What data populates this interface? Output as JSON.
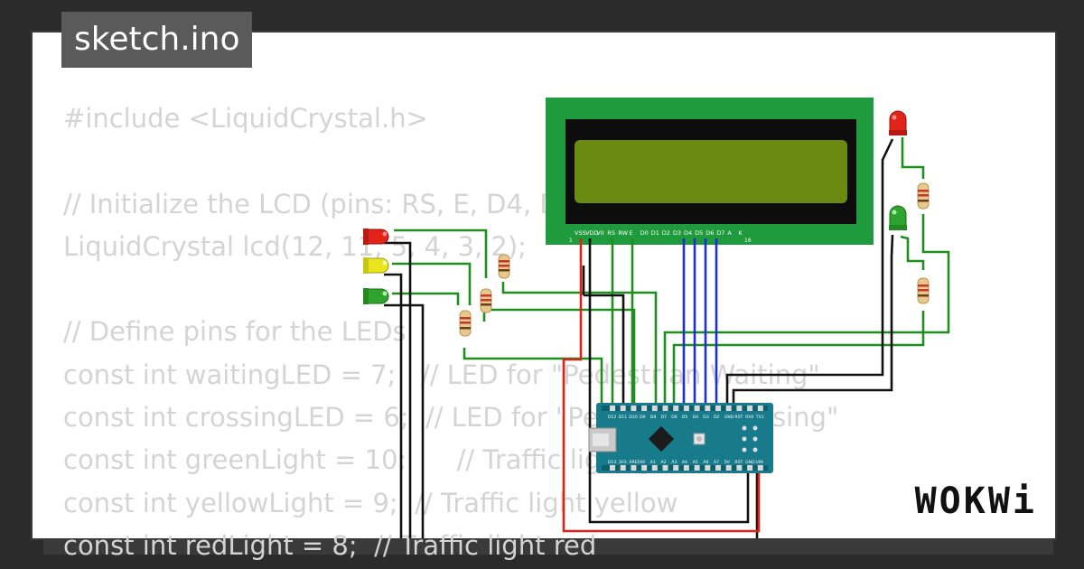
{
  "file_tab": {
    "label": "sketch.ino"
  },
  "code_lines": [
    "#include <LiquidCrystal.h>",
    "",
    "// Initialize the LCD (pins: RS, E, D4, D5, D6, D7)",
    "LiquidCrystal lcd(12, 11, 5, 4, 3, 2);",
    "",
    "// Define pins for the LEDs",
    "const int waitingLED = 7;   // LED for \"Pedestrian Waiting\"",
    "const int crossingLED = 6;  // LED for \"Pedestrian Crossing\"",
    "const int greenLight = 10;      // Traffic light green",
    "const int yellowLight = 9;  // Traffic light yellow",
    "const int redLight = 8;  // Traffic light red"
  ],
  "lcd": {
    "pin_labels": [
      "VSS",
      "VDD",
      "V0",
      "RS",
      "RW",
      "E",
      "D0",
      "D1",
      "D2",
      "D3",
      "D4",
      "D5",
      "D6",
      "D7",
      "A",
      "K"
    ],
    "first_pin": "1",
    "last_pin": "16"
  },
  "arduino": {
    "top_pins": [
      "D12",
      "D11",
      "D10",
      "D9",
      "D8",
      "D7",
      "D6",
      "D5",
      "D4",
      "D3",
      "D2",
      "GND",
      "RST",
      "RX0",
      "TX1"
    ],
    "bottom_pins": [
      "D13",
      "3V3",
      "AREF",
      "A0",
      "A1",
      "A2",
      "A3",
      "A4",
      "A5",
      "A6",
      "A7",
      "5V",
      "RST",
      "GND",
      "VIN"
    ]
  },
  "brand": {
    "logo": "WOKWi"
  },
  "colors": {
    "background": "#2b2b2b",
    "wire_green": "#1e8f1e",
    "wire_blue": "#1f2fd0",
    "wire_red": "#e0201a",
    "wire_black": "#111111",
    "lcd_board": "#1f9a3c",
    "lcd_screen": "#6a8a12",
    "arduino_board": "#177b8c"
  }
}
